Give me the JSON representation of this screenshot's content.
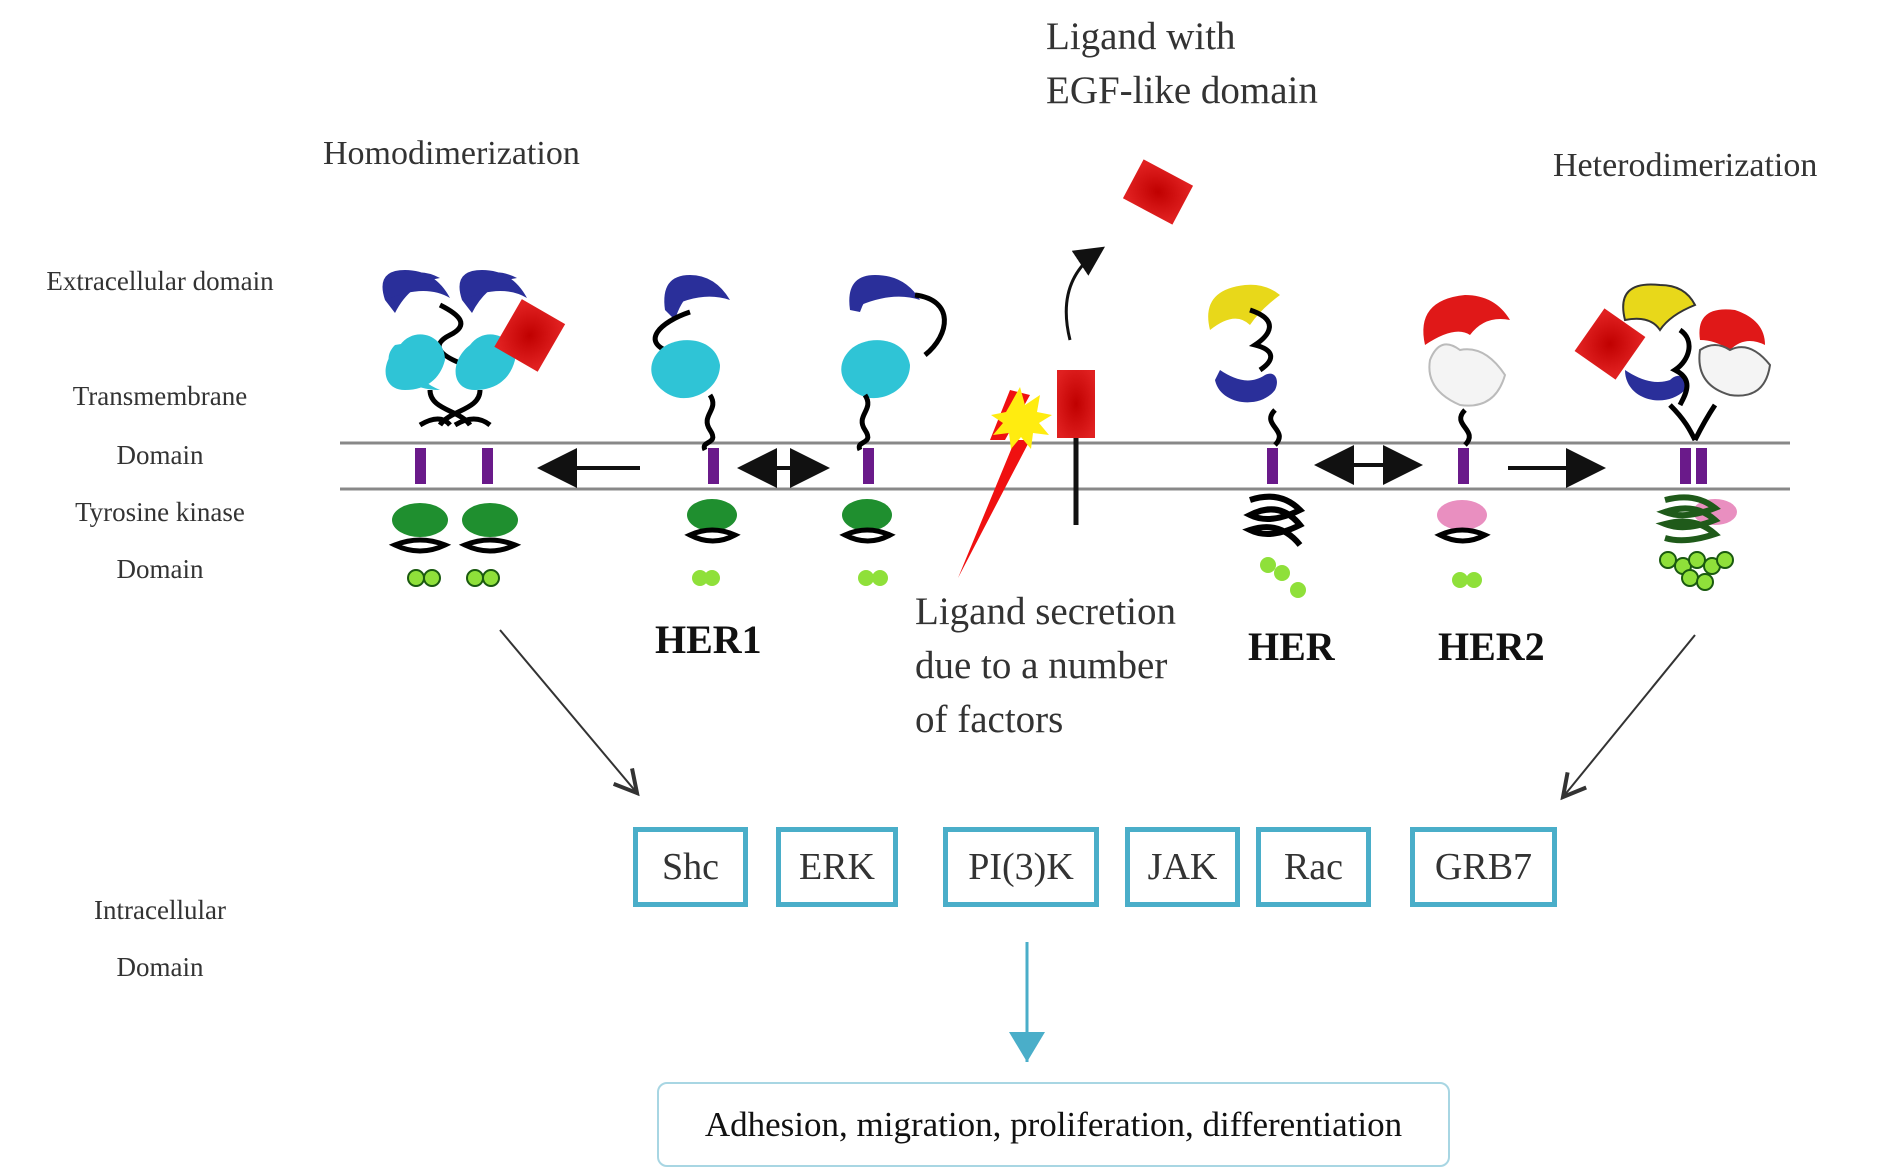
{
  "labels": {
    "homodimerization": "Homodimerization",
    "heterodimerization": "Heterodimerization",
    "ligand_title_line1": "Ligand with",
    "ligand_title_line2": "EGF-like domain",
    "secretion_line1": "Ligand secretion",
    "secretion_line2": "due to a number",
    "secretion_line3": "of factors"
  },
  "side_labels": {
    "extracellular": "Extracellular domain",
    "transmembrane_line1": "Transmembrane",
    "transmembrane_line2": "Domain",
    "tyrosine_line1": "Tyrosine kinase",
    "tyrosine_line2": "Domain",
    "intracellular_line1": "Intracellular",
    "intracellular_line2": "Domain"
  },
  "receptors": [
    "HER1",
    "HER",
    "HER2"
  ],
  "signaling_proteins": [
    "Shc",
    "ERK",
    "PI(3)K",
    "JAK",
    "Rac",
    "GRB7"
  ],
  "outcome": "Adhesion, migration, proliferation, differentiation",
  "colors": {
    "membrane_line": "#888888",
    "box_border": "#4aaec9",
    "extracellular_blue": "#2a2f9a",
    "cyan_domain": "#2fc4d6",
    "kinase_green": "#1f8f2f",
    "phospho_green": "#8fe03a",
    "ligand_red": "#d81414",
    "yellow_domain": "#e8d81a",
    "pink_kinase": "#e98fc0",
    "transmembrane_purple": "#6a1a8a"
  }
}
